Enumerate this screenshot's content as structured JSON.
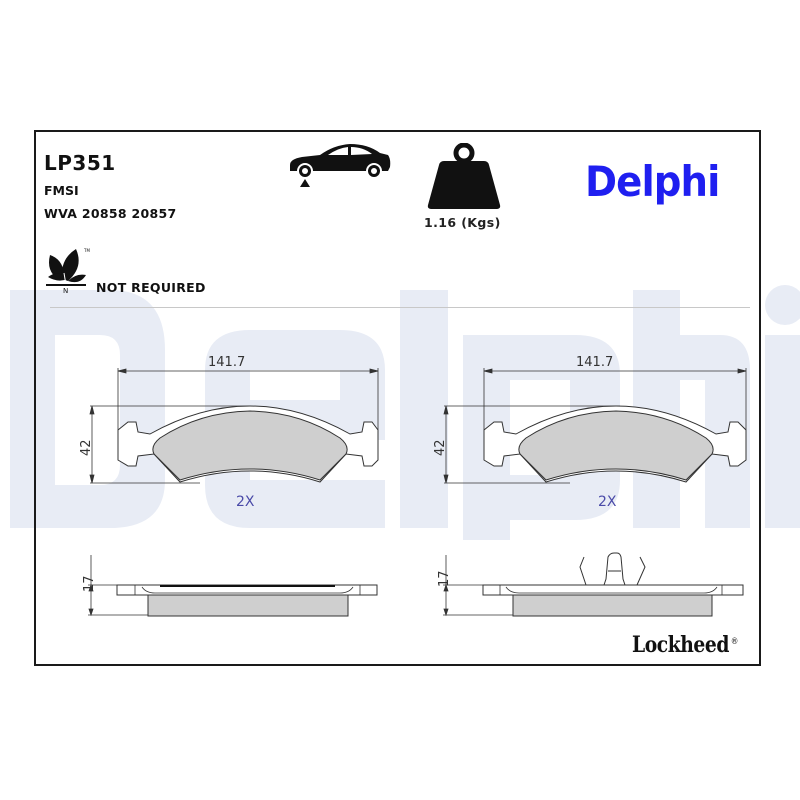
{
  "header": {
    "part_number": "LP351",
    "fmsi_label": "FMSI",
    "wva_label": "WVA 20858 20857",
    "weight_label": "1.16 (Kgs)",
    "brand_logo": "Delphi",
    "eco_label": "NOT REQUIRED",
    "eco_icon_letter": "N",
    "eco_icon_tm": "TM"
  },
  "icons": {
    "car": "car-lift-point-icon",
    "weight": "weight-icon",
    "eco": "leaf-eco-icon"
  },
  "drawings": {
    "left_pad": {
      "width_dim": "141.7",
      "height_dim": "42",
      "quantity": "2X",
      "thickness_dim": "17"
    },
    "right_pad": {
      "width_dim": "141.7",
      "height_dim": "42",
      "quantity": "2X",
      "thickness_dim": "17"
    }
  },
  "footer": {
    "manufacturer_logo": "Lockheed",
    "registered_mark": "®"
  },
  "colors": {
    "brand_blue": "#1f1ff0",
    "watermark": "#e8ecf5",
    "pad_fill": "#cfcfcf",
    "qty_text": "#4a4aa8",
    "frame": "#1a1a1a"
  }
}
